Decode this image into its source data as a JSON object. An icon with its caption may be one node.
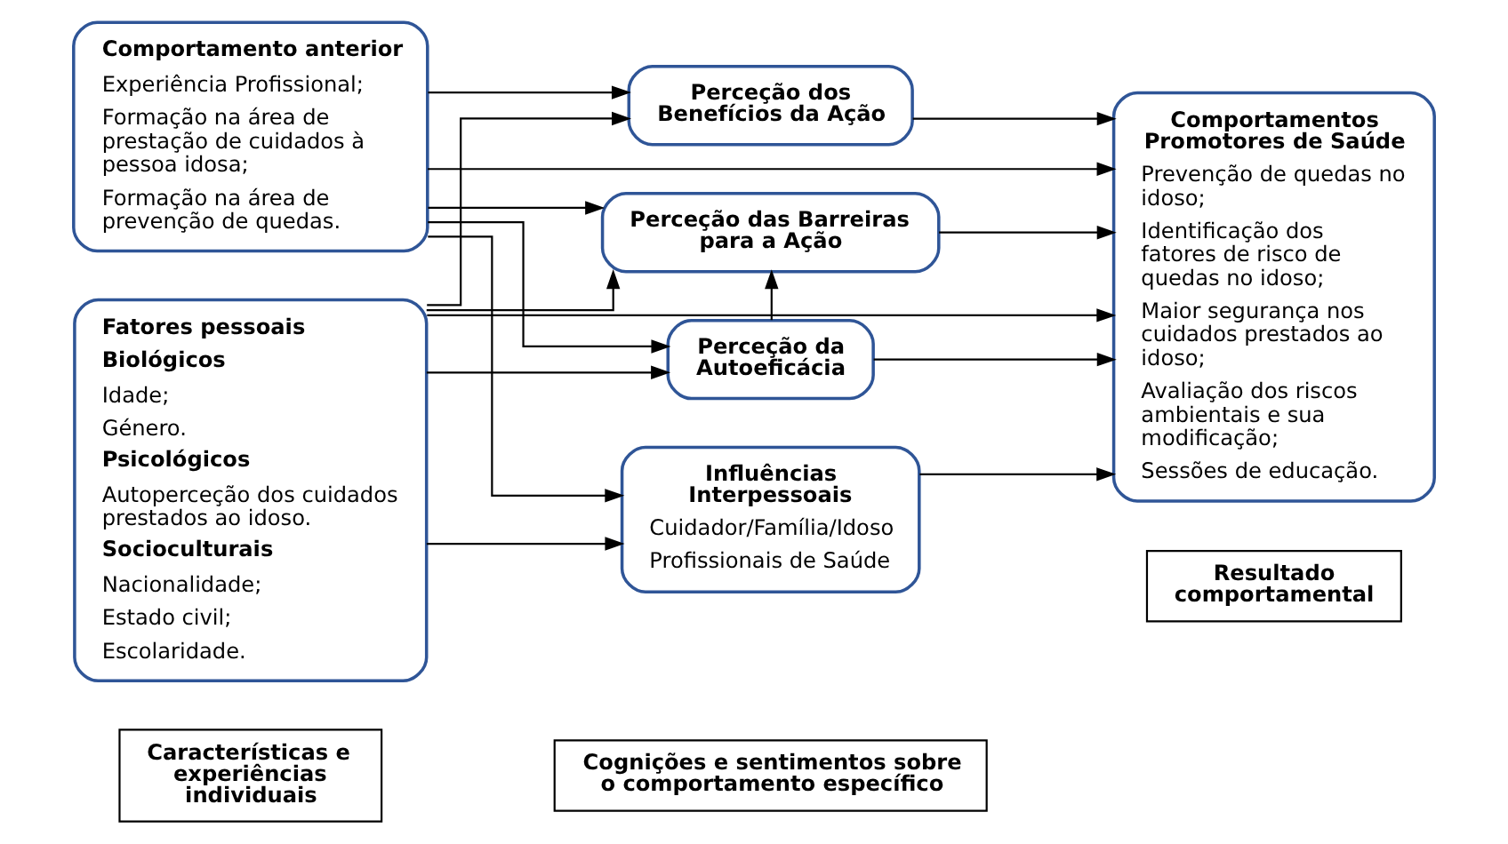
{
  "diagram": {
    "nodes": [
      {
        "text": [
          "Características e experiências individuais"
        ]
      },
      {
        "text": [
          "Cognições e sentimentos sobre o comportamento específico"
        ]
      },
      {
        "text": [
          "Resultado comportamental"
        ]
      },
      {
        "text": [
          "Comportamento anterior",
          "Experiência Profissional;",
          "Formação na área de prestação de cuidados à pessoa idosa;",
          "Formação na área de prevenção de quedas."
        ]
      },
      {
        "text": [
          "Fatores pessoais",
          "Biológicos",
          "Idade;",
          "Género.",
          "Psicológicos",
          "Autoperceção dos cuidados prestados ao idoso.",
          "Socioculturais",
          "Nacionalidade;",
          "Estado civil;",
          "Escolaridade."
        ]
      },
      {
        "text": [
          "Perceção dos Benefícios da Ação"
        ]
      },
      {
        "text": [
          "Perceção das Barreiras para a Ação"
        ]
      },
      {
        "text": [
          "Perceção da Autoeficácia"
        ]
      },
      {
        "text": [
          "Influências Interpessoais",
          "Cuidador/Família/Idoso",
          "Profissionais de Saúde"
        ]
      },
      {
        "text": [
          "Comportamentos Promotores de Saúde",
          "Prevenção de quedas no idoso;",
          "Identificação dos fatores de risco de quedas no idoso;",
          "Maior segurança nos cuidados prestados ao idoso;",
          "Avaliação dos riscos ambientais e sua modificação;",
          "Sessões de educação."
        ]
      }
    ],
    "edges": [
      {
        "from": 3,
        "to": 5,
        "arrow": "to"
      },
      {
        "from": 3,
        "to": 6,
        "arrow": "to"
      },
      {
        "from": 3,
        "to": 7,
        "arrow": "to"
      },
      {
        "from": 3,
        "to": 8,
        "arrow": "to"
      },
      {
        "from": 3,
        "to": 9,
        "arrow": "to"
      },
      {
        "from": 4,
        "to": 5,
        "arrow": "to"
      },
      {
        "from": 4,
        "to": 6,
        "arrow": "to"
      },
      {
        "from": 4,
        "to": 7,
        "arrow": "to"
      },
      {
        "from": 4,
        "to": 8,
        "arrow": "to"
      },
      {
        "from": 4,
        "to": 9,
        "arrow": "to"
      },
      {
        "from": 7,
        "to": 6,
        "arrow": "to"
      },
      {
        "from": 5,
        "to": 9,
        "arrow": "to"
      },
      {
        "from": 6,
        "to": 9,
        "arrow": "to"
      },
      {
        "from": 7,
        "to": 9,
        "arrow": "to"
      },
      {
        "from": 8,
        "to": 9,
        "arrow": "to"
      }
    ]
  }
}
